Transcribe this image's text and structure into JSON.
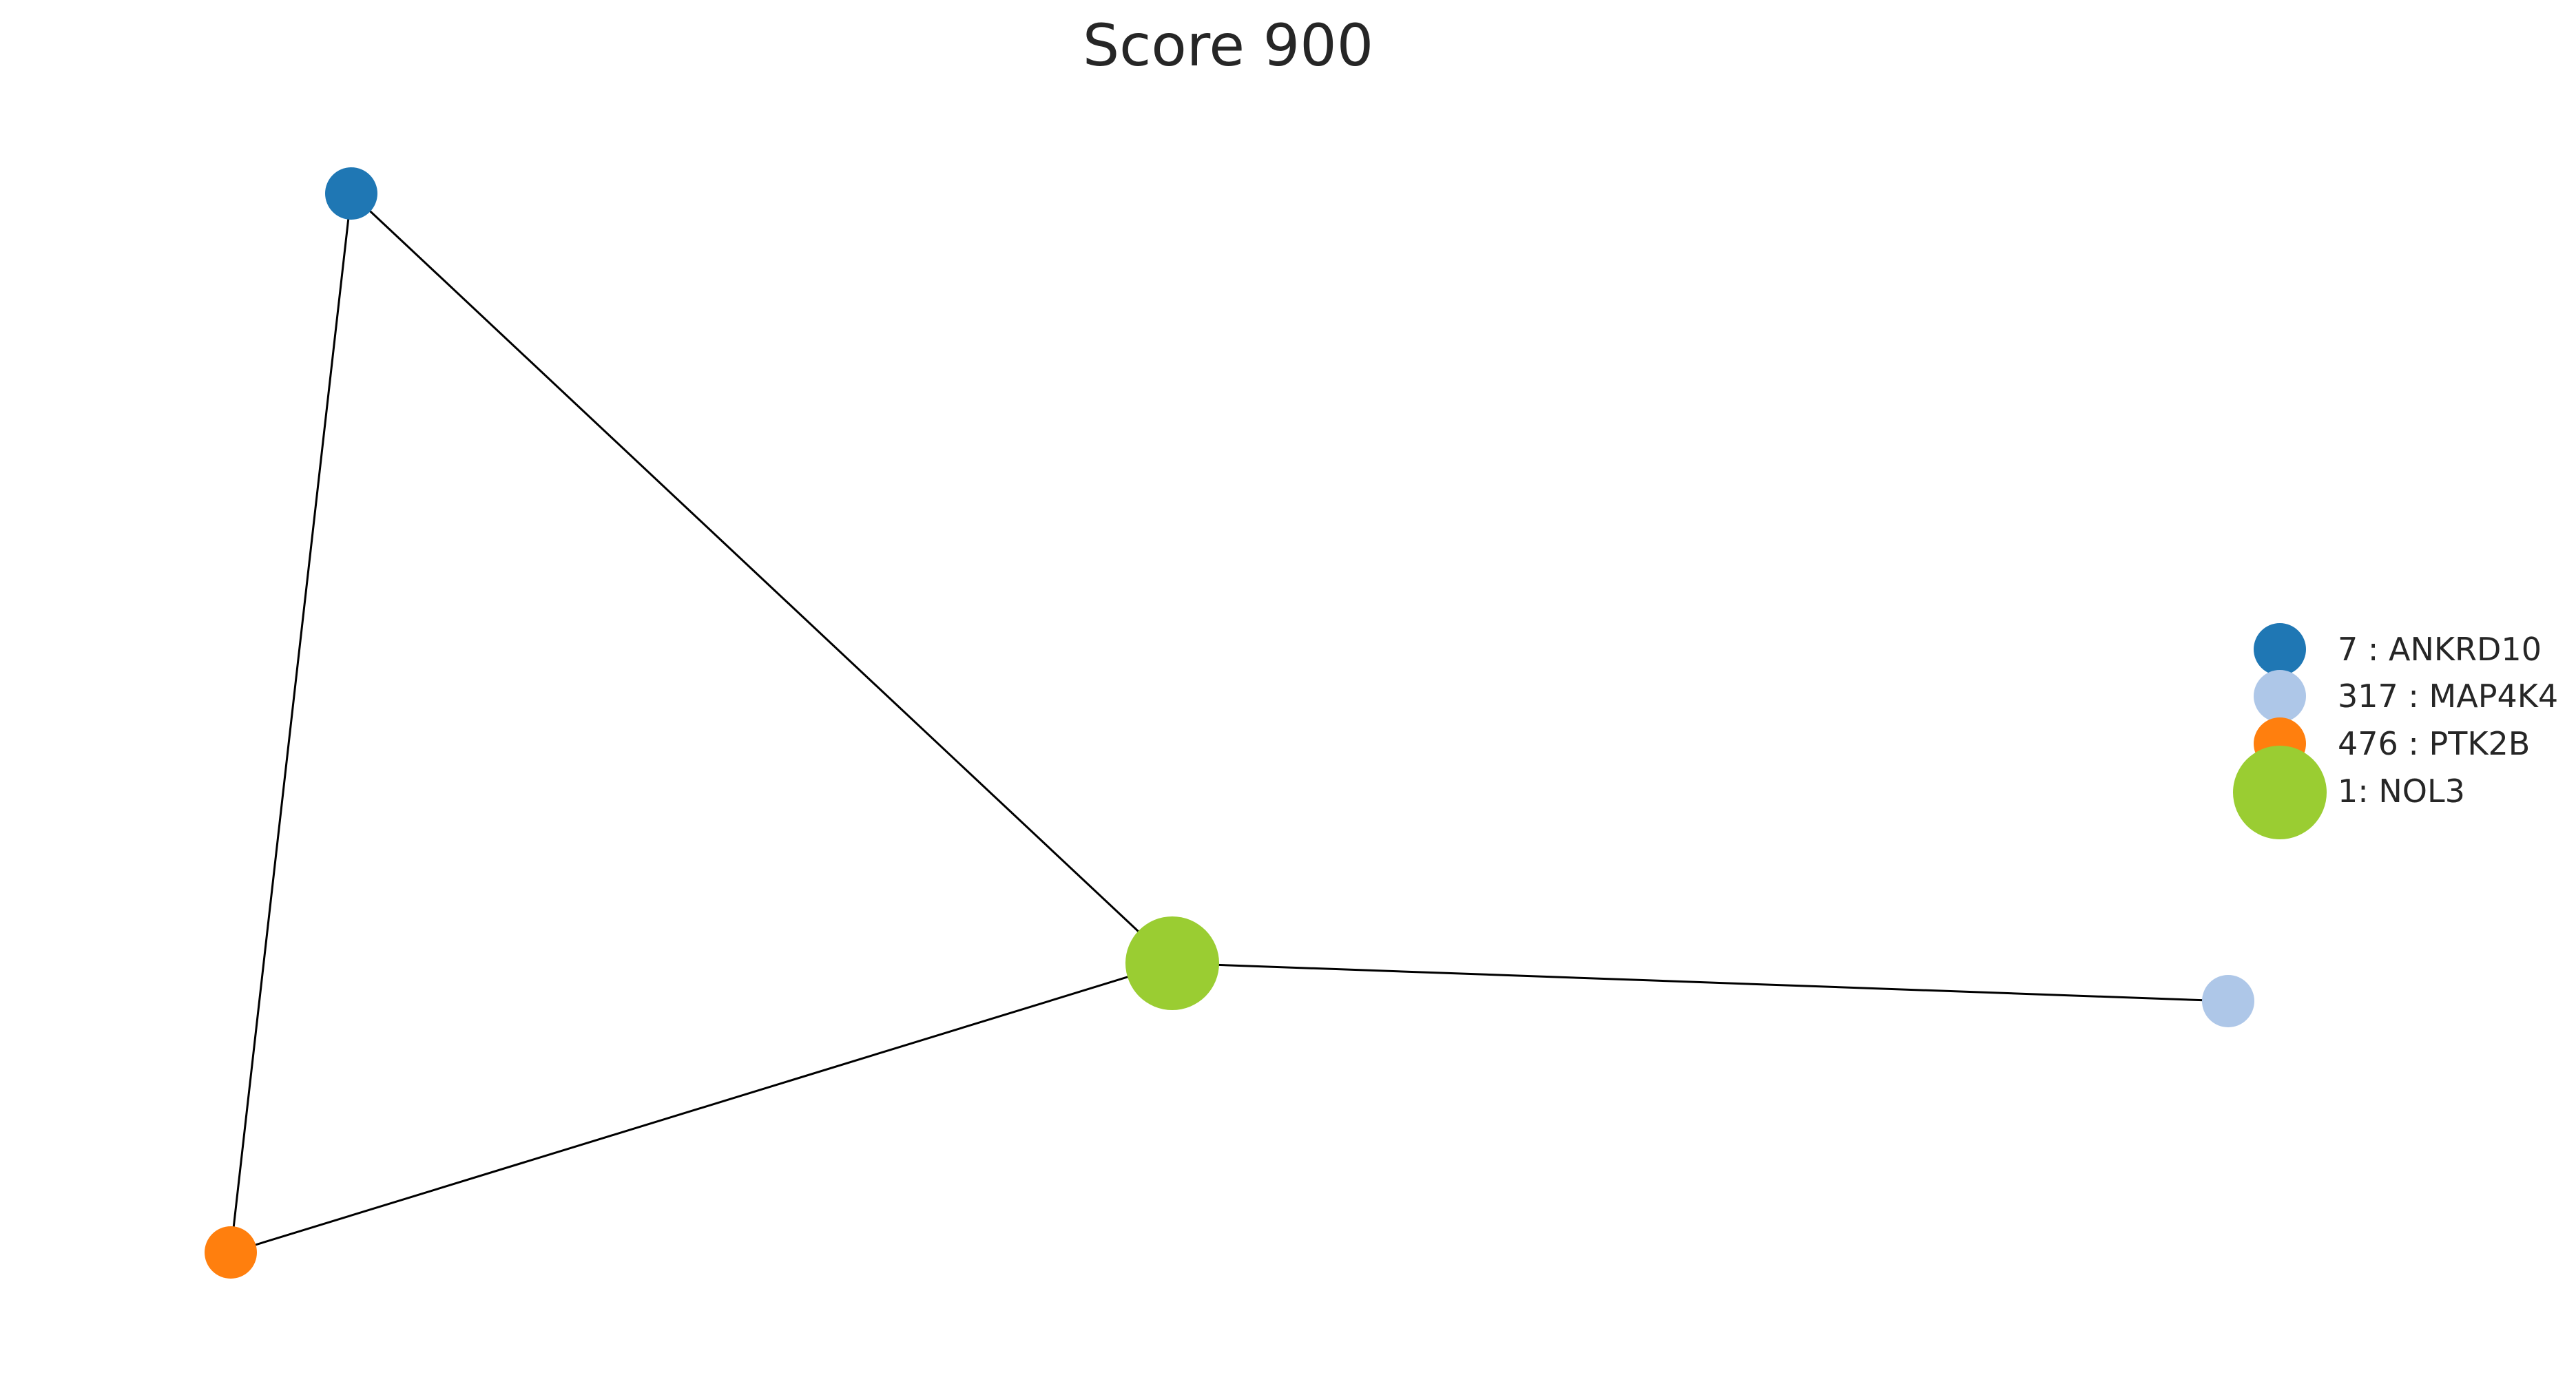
{
  "title": "Score 900",
  "nodes": [
    {
      "id": "ANKRD10",
      "color": "#1f77b4",
      "legend": "7 : ANKRD10"
    },
    {
      "id": "MAP4K4",
      "color": "#aec7e8",
      "legend": "317 : MAP4K4"
    },
    {
      "id": "PTK2B",
      "color": "#ff7f0e",
      "legend": "476 : PTK2B"
    },
    {
      "id": "NOL3",
      "color": "#9acd32",
      "legend": "1: NOL3"
    }
  ],
  "edges": [
    [
      "ANKRD10",
      "NOL3"
    ],
    [
      "ANKRD10",
      "PTK2B"
    ],
    [
      "PTK2B",
      "NOL3"
    ],
    [
      "NOL3",
      "MAP4K4"
    ]
  ]
}
